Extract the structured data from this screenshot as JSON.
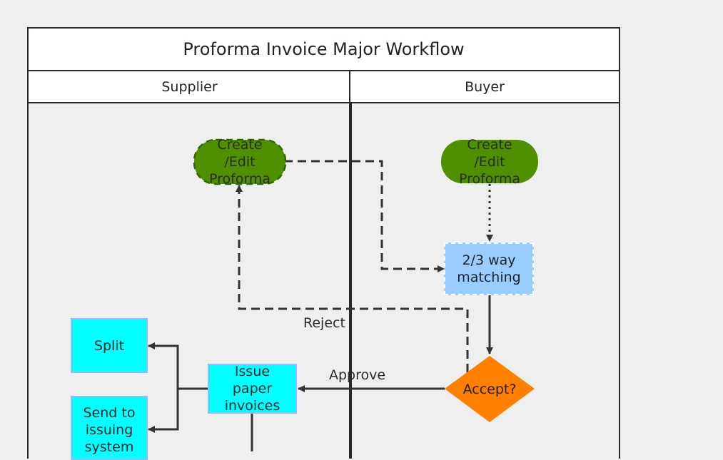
{
  "diagram": {
    "title": "Proforma Invoice Major Workflow",
    "lanes": [
      "Supplier",
      "Buyer"
    ],
    "nodes": {
      "supplier_create": "Create\n/Edit\nProforma",
      "buyer_create": "Create\n/Edit\nProforma",
      "matching": "2/3 way\nmatching",
      "accept": "Accept?",
      "issue": "Issue\npaper\ninvoices",
      "split": "Split",
      "send": "Send to\nissuing\nsystem"
    },
    "edge_labels": {
      "reject": "Reject",
      "approve": "Approve"
    },
    "colors": {
      "start_node": "#4e9000",
      "process_node": "#00ffff",
      "matching_node": "#99ccff",
      "decision_node": "#ff7f00",
      "lines": "#333333"
    }
  }
}
